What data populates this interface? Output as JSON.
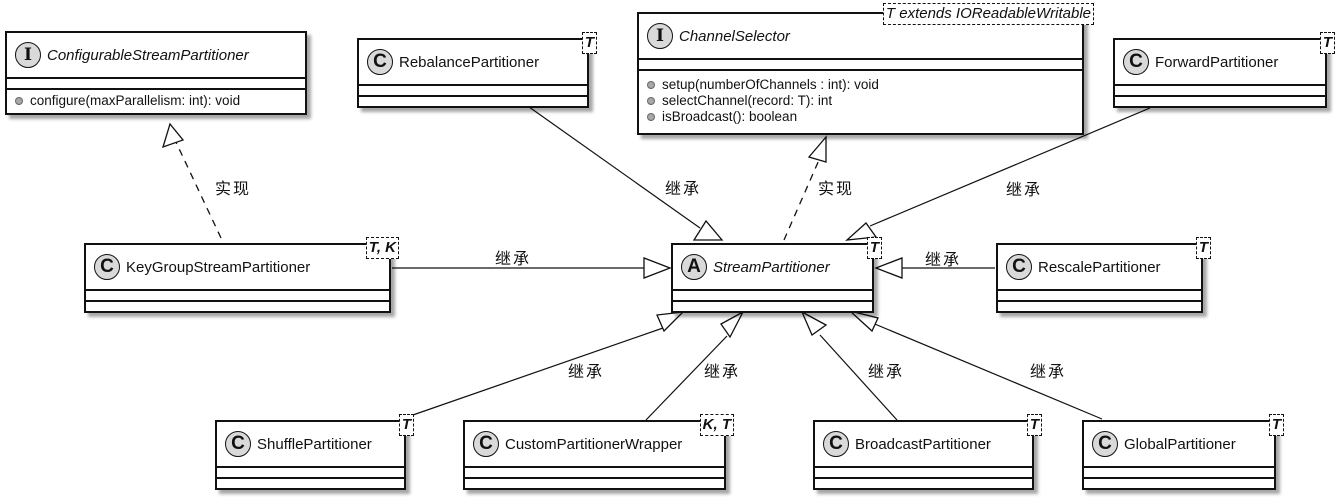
{
  "classes": {
    "configurable": {
      "stereotype": "I",
      "name": "ConfigurableStreamPartitioner",
      "kind": "interface",
      "methods": [
        "configure(maxParallelism: int): void"
      ]
    },
    "rebalance": {
      "stereotype": "C",
      "name": "RebalancePartitioner",
      "type_params": "T"
    },
    "channel_selector": {
      "stereotype": "I",
      "name": "ChannelSelector",
      "kind": "interface",
      "type_params": "T extends IOReadableWritable",
      "methods": [
        "setup(numberOfChannels : int): void",
        "selectChannel(record: T): int",
        "isBroadcast(): boolean"
      ]
    },
    "forward": {
      "stereotype": "C",
      "name": "ForwardPartitioner",
      "type_params": "T"
    },
    "keygroup": {
      "stereotype": "C",
      "name": "KeyGroupStreamPartitioner",
      "type_params": "T, K"
    },
    "stream": {
      "stereotype": "A",
      "name": "StreamPartitioner",
      "kind": "abstract",
      "type_params": "T"
    },
    "rescale": {
      "stereotype": "C",
      "name": "RescalePartitioner",
      "type_params": "T"
    },
    "shuffle": {
      "stereotype": "C",
      "name": "ShufflePartitioner",
      "type_params": "T"
    },
    "custom": {
      "stereotype": "C",
      "name": "CustomPartitionerWrapper",
      "type_params": "K, T"
    },
    "broadcast": {
      "stereotype": "C",
      "name": "BroadcastPartitioner",
      "type_params": "T"
    },
    "global": {
      "stereotype": "C",
      "name": "GlobalPartitioner",
      "type_params": "T"
    }
  },
  "relations": [
    {
      "from": "keygroup",
      "to": "configurable",
      "type": "realization",
      "label": "实现"
    },
    {
      "from": "rebalance",
      "to": "stream",
      "type": "inheritance",
      "label": "继承"
    },
    {
      "from": "stream",
      "to": "channel_selector",
      "type": "realization",
      "label": "实现"
    },
    {
      "from": "forward",
      "to": "stream",
      "type": "inheritance",
      "label": "继承"
    },
    {
      "from": "keygroup",
      "to": "stream",
      "type": "inheritance",
      "label": "继承"
    },
    {
      "from": "rescale",
      "to": "stream",
      "type": "inheritance",
      "label": "继承"
    },
    {
      "from": "shuffle",
      "to": "stream",
      "type": "inheritance",
      "label": "继承"
    },
    {
      "from": "custom",
      "to": "stream",
      "type": "inheritance",
      "label": "继承"
    },
    {
      "from": "broadcast",
      "to": "stream",
      "type": "inheritance",
      "label": "继承"
    },
    {
      "from": "global",
      "to": "stream",
      "type": "inheritance",
      "label": "继承"
    }
  ]
}
